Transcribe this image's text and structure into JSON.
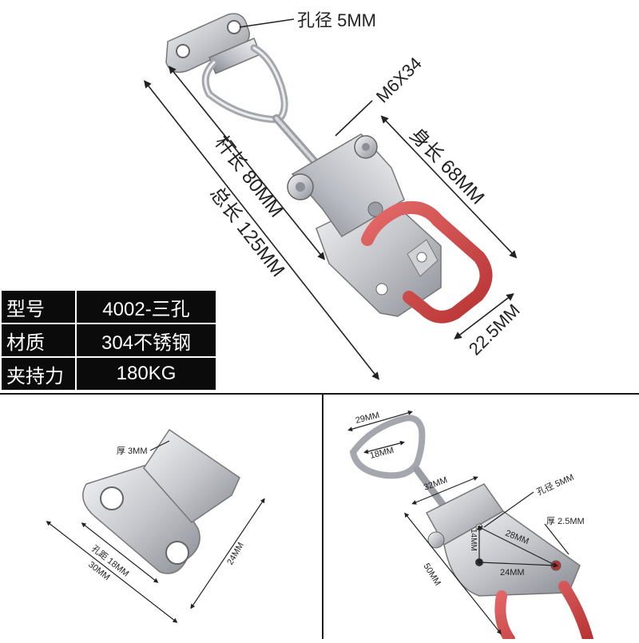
{
  "top_panel": {
    "hole_label": "孔径 5MM",
    "thread_label": "M6X34",
    "rod_label": "杆长 80MM",
    "total_label": "总长 125MM",
    "body_label": "身长 68MM",
    "width_label": "22.5MM"
  },
  "spec_table": {
    "rows": [
      {
        "key": "型号",
        "value": "4002-三孔"
      },
      {
        "key": "材质",
        "value": "304不锈钢"
      },
      {
        "key": "夹持力",
        "value": "180KG"
      }
    ]
  },
  "bottom_left": {
    "thickness_label": "厚 3MM",
    "hole_spacing_label": "孔距 18MM",
    "width_label": "30MM",
    "height_label": "24MM"
  },
  "bottom_right": {
    "loop_outer_label": "29MM",
    "loop_inner_label": "18MM",
    "body_width_label": "32MM",
    "hole_label": "孔径 5MM",
    "hole_gap_label": "14MM",
    "diag_label": "28MM",
    "base_spacing_label": "24MM",
    "thickness_label": "厚 2.5MM",
    "length_label": "50MM"
  },
  "colors": {
    "steel_light": "#e8e8ea",
    "steel_dark": "#8d9097",
    "handle_red": "#d94a4a",
    "table_bg": "#0b0b0b"
  }
}
